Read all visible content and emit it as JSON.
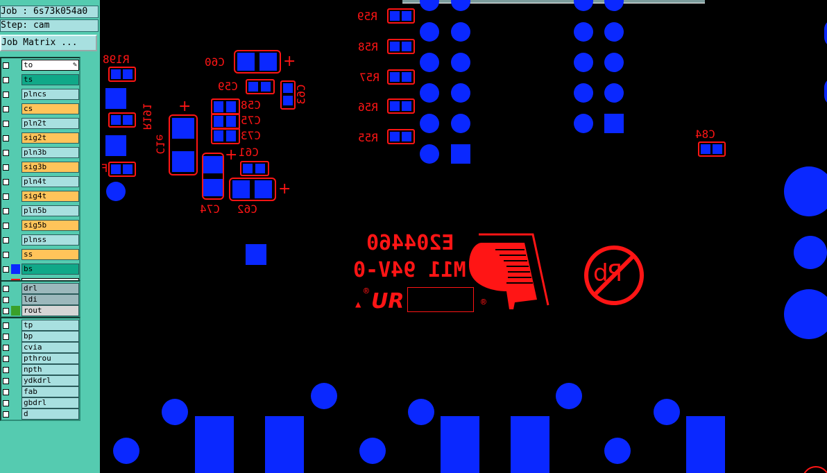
{
  "job": {
    "line": "Job : 6s73k054a0"
  },
  "step": {
    "line": "Step: cam"
  },
  "job_matrix_button": "Job Matrix ...",
  "colors": {
    "board_layer_red": "#ff1515",
    "pad_blue": "#0a28ff",
    "panel_bg": "#55cbb0",
    "layer_cyan": "#a8e0e0",
    "layer_orange": "#ffc45a",
    "layer_teal": "#10a888",
    "layer_grey": "#9cb8bc",
    "layer_light_grey": "#d6d6d6"
  },
  "layer_groups": [
    {
      "layers": [
        {
          "name": "to",
          "color": "#ffffff",
          "swatch": "",
          "mark": "pencil-icon"
        },
        {
          "name": "ts",
          "color": "#10a888",
          "swatch": ""
        },
        {
          "name": "plncs",
          "color": "#a8e0e0",
          "swatch": ""
        },
        {
          "name": "cs",
          "color": "#ffc45a",
          "swatch": ""
        },
        {
          "name": "pln2t",
          "color": "#a8e0e0",
          "swatch": ""
        },
        {
          "name": "sig2t",
          "color": "#ffc45a",
          "swatch": ""
        },
        {
          "name": "pln3b",
          "color": "#a8e0e0",
          "swatch": ""
        },
        {
          "name": "sig3b",
          "color": "#ffc45a",
          "swatch": ""
        },
        {
          "name": "pln4t",
          "color": "#a8e0e0",
          "swatch": ""
        },
        {
          "name": "sig4t",
          "color": "#ffc45a",
          "swatch": ""
        },
        {
          "name": "pln5b",
          "color": "#a8e0e0",
          "swatch": ""
        },
        {
          "name": "sig5b",
          "color": "#ffc45a",
          "swatch": ""
        },
        {
          "name": "plnss",
          "color": "#a8e0e0",
          "swatch": ""
        },
        {
          "name": "ss",
          "color": "#ffc45a",
          "swatch": ""
        },
        {
          "name": "bs",
          "color": "#10a888",
          "swatch": "#0a28ff"
        },
        {
          "name": "bo",
          "color": "#ffffff",
          "swatch": "#ff1515",
          "mark": "pencil-grid-icon"
        }
      ]
    },
    {
      "layers": [
        {
          "name": "drl",
          "color": "#9cb8bc",
          "swatch": ""
        },
        {
          "name": "ldi",
          "color": "#9cb8bc",
          "swatch": ""
        },
        {
          "name": "rout",
          "color": "#d6d6d6",
          "swatch": "#3aa02a"
        }
      ]
    },
    {
      "layers": [
        {
          "name": "tp",
          "color": "#a8e0e0",
          "swatch": ""
        },
        {
          "name": "bp",
          "color": "#a8e0e0",
          "swatch": ""
        },
        {
          "name": "cvia",
          "color": "#a8e0e0",
          "swatch": ""
        },
        {
          "name": "pthrou",
          "color": "#a8e0e0",
          "swatch": ""
        },
        {
          "name": "npth",
          "color": "#a8e0e0",
          "swatch": ""
        },
        {
          "name": "ydkdrl",
          "color": "#a8e0e0",
          "swatch": ""
        },
        {
          "name": "fab",
          "color": "#a8e0e0",
          "swatch": ""
        },
        {
          "name": "gbdrl",
          "color": "#a8e0e0",
          "swatch": ""
        },
        {
          "name": "d",
          "color": "#a8e0e0",
          "swatch": ""
        }
      ]
    }
  ],
  "board": {
    "refdes": [
      "R59",
      "R58",
      "R57",
      "R56",
      "R55",
      "R198",
      "R191",
      "C60",
      "C59",
      "C63",
      "C58",
      "C75",
      "C73",
      "C61",
      "C1e",
      "C74",
      "C62",
      "C84",
      "F"
    ],
    "marking_line1": "E204460",
    "marking_line2": "M11 94V-0",
    "ul_logo": "UR",
    "registered_mark": "®",
    "warning_mark": "▲",
    "pb_free_text": "Pb",
    "polarity_mark": "+"
  }
}
